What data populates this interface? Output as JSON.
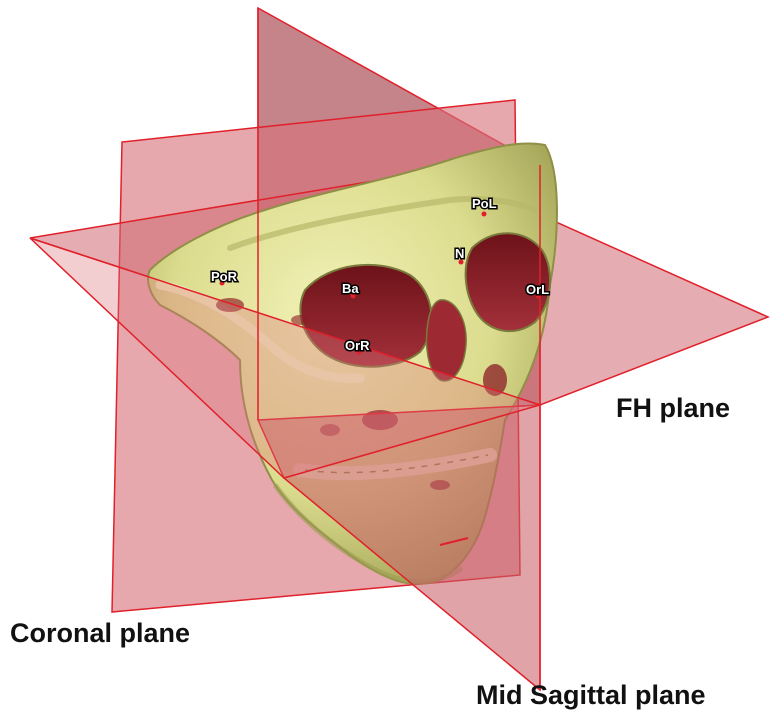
{
  "colors": {
    "plane_fill": "#d9737a",
    "plane_edge": "#e0202a",
    "bone": "#e3e39a",
    "bone_shadow": "#a9a95c",
    "cavity": "#8a1c24"
  },
  "planes": {
    "coronal": {
      "label": "Coronal plane"
    },
    "fh": {
      "label": "FH plane"
    },
    "mid_sagittal": {
      "label": "Mid Sagittal plane"
    }
  },
  "landmarks": [
    {
      "id": "pol",
      "label": "PoL"
    },
    {
      "id": "n",
      "label": "N"
    },
    {
      "id": "por",
      "label": "PoR"
    },
    {
      "id": "ba",
      "label": "Ba"
    },
    {
      "id": "orl",
      "label": "OrL"
    },
    {
      "id": "orr",
      "label": "OrR"
    }
  ]
}
